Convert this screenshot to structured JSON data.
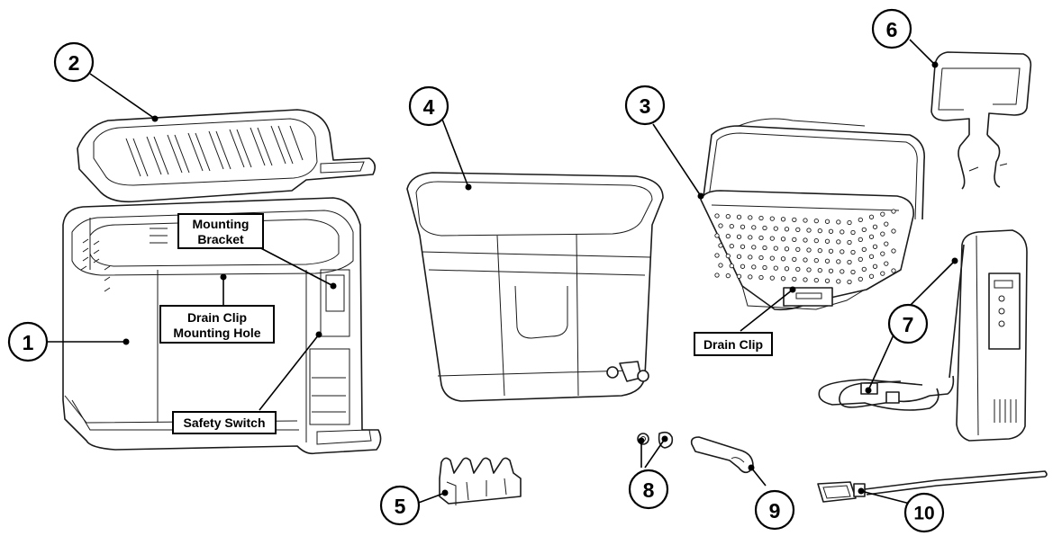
{
  "callouts": [
    "1",
    "2",
    "3",
    "4",
    "5",
    "6",
    "7",
    "8",
    "9",
    "10"
  ],
  "labels": {
    "mounting_bracket": [
      "Mounting",
      "Bracket"
    ],
    "drain_clip_mounting_hole": [
      "Drain Clip",
      "Mounting Hole"
    ],
    "safety_switch": "Safety Switch",
    "drain_clip": "Drain Clip"
  },
  "colors": {
    "line": "#000000",
    "background": "#ffffff"
  }
}
